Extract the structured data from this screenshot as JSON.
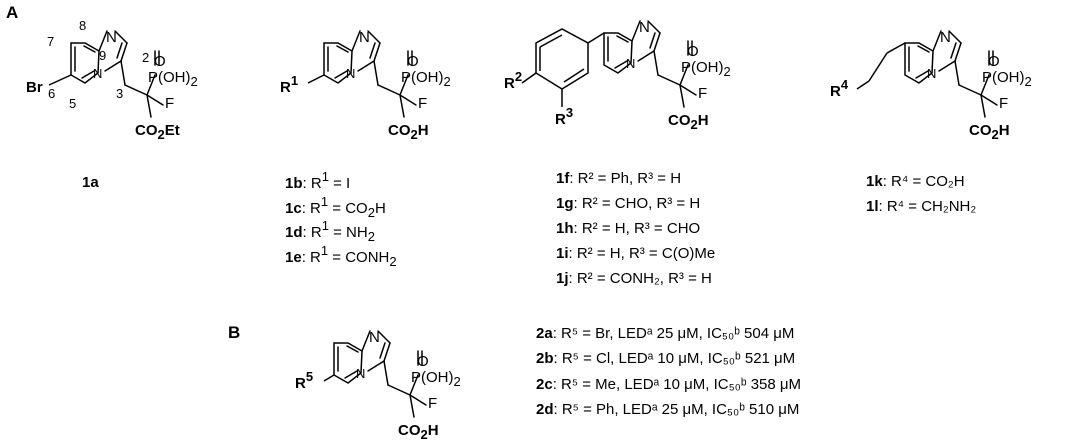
{
  "panels": {
    "a": "A",
    "b": "B"
  },
  "atoms": {
    "N": "N",
    "Br": "Br",
    "O": "O",
    "F": "F",
    "P_OH2": "P(OH)",
    "sub2": "2"
  },
  "numbers": [
    "8",
    "9",
    "7",
    "2",
    "6",
    "3",
    "5"
  ],
  "acids": {
    "ester_a": "CO",
    "ester_sub": "2",
    "ester_b": "Et",
    "acid_a": "CO",
    "acid_sub": "2",
    "acid_b": "H"
  },
  "rgroups": {
    "r": "R",
    "r1": "1",
    "r2": "2",
    "r3": "3",
    "r4": "4",
    "r5": "5"
  },
  "compounds": {
    "c1a": "1a",
    "group1": [
      {
        "id": "1b",
        "rest": ": R",
        "sup": "1",
        "tail": " = I"
      },
      {
        "id": "1c",
        "rest": ": R",
        "sup": "1",
        "tail": " = CO",
        "sub": "2",
        "end": "H"
      },
      {
        "id": "1d",
        "rest": ": R",
        "sup": "1",
        "tail": " = NH",
        "sub": "2",
        "end": ""
      },
      {
        "id": "1e",
        "rest": ": R",
        "sup": "1",
        "tail": " = CONH",
        "sub": "2",
        "end": ""
      }
    ],
    "group2": [
      {
        "id": "1f",
        "text": ": R² = Ph, R³ = H"
      },
      {
        "id": "1g",
        "text": ": R² = CHO, R³ = H"
      },
      {
        "id": "1h",
        "text": ": R² = H, R³ = CHO"
      },
      {
        "id": "1i",
        "text": ": R² = H, R³ = C(O)Me"
      },
      {
        "id": "1j",
        "text": ": R² = CONH₂, R³ = H"
      }
    ],
    "group3": [
      {
        "id": "1k",
        "text": ": R⁴ = CO₂H"
      },
      {
        "id": "1l",
        "text": ": R⁴ = CH₂NH₂"
      }
    ],
    "group4": [
      {
        "id": "2a",
        "text": ": R⁵ = Br, LEDᵃ 25 μM, IC₅₀ᵇ 504 μM"
      },
      {
        "id": "2b",
        "text": ": R⁵ = Cl, LEDᵃ 10 μM, IC₅₀ᵇ 521 μM"
      },
      {
        "id": "2c",
        "text": ": R⁵ = Me, LEDᵃ 10 μM, IC₅₀ᵇ 358 μM"
      },
      {
        "id": "2d",
        "text": ": R⁵ = Ph, LEDᵃ 25 μM, IC₅₀ᵇ 510 μM"
      }
    ]
  }
}
